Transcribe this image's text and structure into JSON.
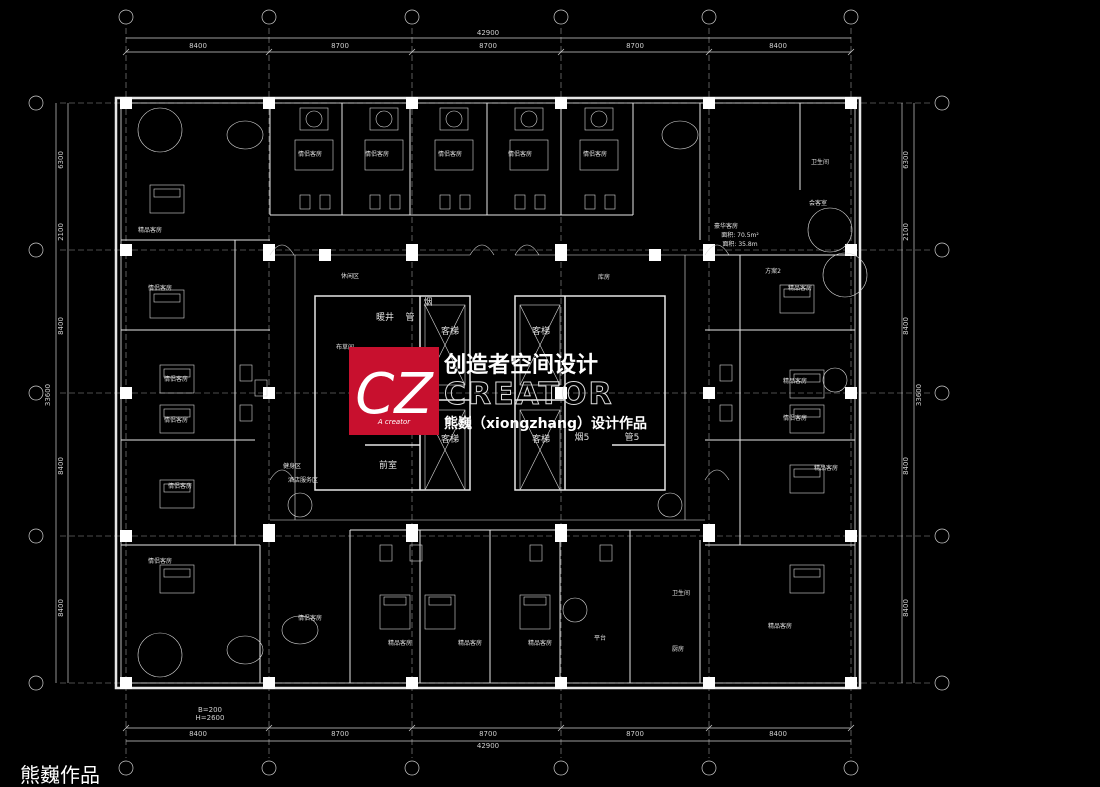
{
  "dimensions": {
    "overall_top": "42900",
    "overall_bottom": "42900",
    "top_spans": [
      "8400",
      "8700",
      "8700",
      "8700",
      "8400"
    ],
    "bottom_spans": [
      "8400",
      "8700",
      "8700",
      "8700",
      "8400"
    ],
    "left_spans": [
      "6300",
      "2100",
      "8400",
      "8400",
      "8400"
    ],
    "right_spans": [
      "6300",
      "2100",
      "8400",
      "8400",
      "8400"
    ],
    "side_total_left": "33600",
    "side_total_right": "33600",
    "axis_note_1": "B=200",
    "axis_note_2": "H=2600"
  },
  "rooms": {
    "rest_area": "休闲区",
    "duct_well": "暖井",
    "shaft_1": "管",
    "shaft_2": "烟",
    "linen_room": "布草间",
    "front_room": "前室",
    "elevator": "客梯",
    "storeroom": "库房",
    "room_label": "情侣客房",
    "boutique_room": "精品客房",
    "suite_title": "豪华客房",
    "suite_area": "面积: 70.5m²",
    "suite_area2": "面积: 35.8m",
    "restroom": "卫生间",
    "pantry": "厨房",
    "landing": "平台",
    "vip": "方案2",
    "wine": "酒店服务区",
    "smoke_5": "烟5",
    "tube_5": "管5",
    "sky_left": "健身区",
    "circle_room": "会客室"
  },
  "watermark": {
    "logo_text": "CZ",
    "logo_sub": "A creator",
    "cn_title": "创造者空间设计",
    "en_title": "CREATOR",
    "designer_line": "熊巍（xiongzhang）设计作品"
  },
  "footer": {
    "caption": "熊巍作品"
  }
}
